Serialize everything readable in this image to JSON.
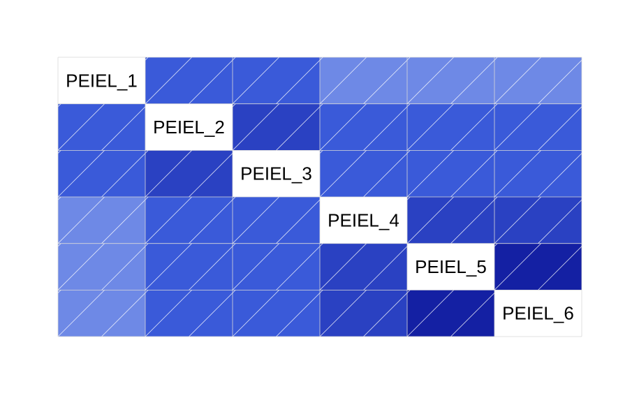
{
  "chart_data": {
    "type": "heatmap",
    "title": "",
    "xlabel": "",
    "ylabel": "",
    "variables": [
      "PEIEL_1",
      "PEIEL_2",
      "PEIEL_3",
      "PEIEL_4",
      "PEIEL_5",
      "PEIEL_6"
    ],
    "layout": "full",
    "diagonal": "labels",
    "cell_fill": "shaded with diagonal hatch lines",
    "values": [
      [
        1.0,
        0.45,
        0.45,
        0.25,
        0.25,
        0.25
      ],
      [
        0.45,
        1.0,
        0.6,
        0.45,
        0.45,
        0.45
      ],
      [
        0.45,
        0.6,
        1.0,
        0.45,
        0.45,
        0.45
      ],
      [
        0.25,
        0.45,
        0.45,
        1.0,
        0.6,
        0.6
      ],
      [
        0.25,
        0.45,
        0.45,
        0.6,
        1.0,
        0.8
      ],
      [
        0.25,
        0.45,
        0.45,
        0.6,
        0.8,
        1.0
      ]
    ],
    "color_scale": {
      "low": "#6e89e6",
      "mid": "#3a5ad9",
      "high": "#1420a3"
    }
  }
}
